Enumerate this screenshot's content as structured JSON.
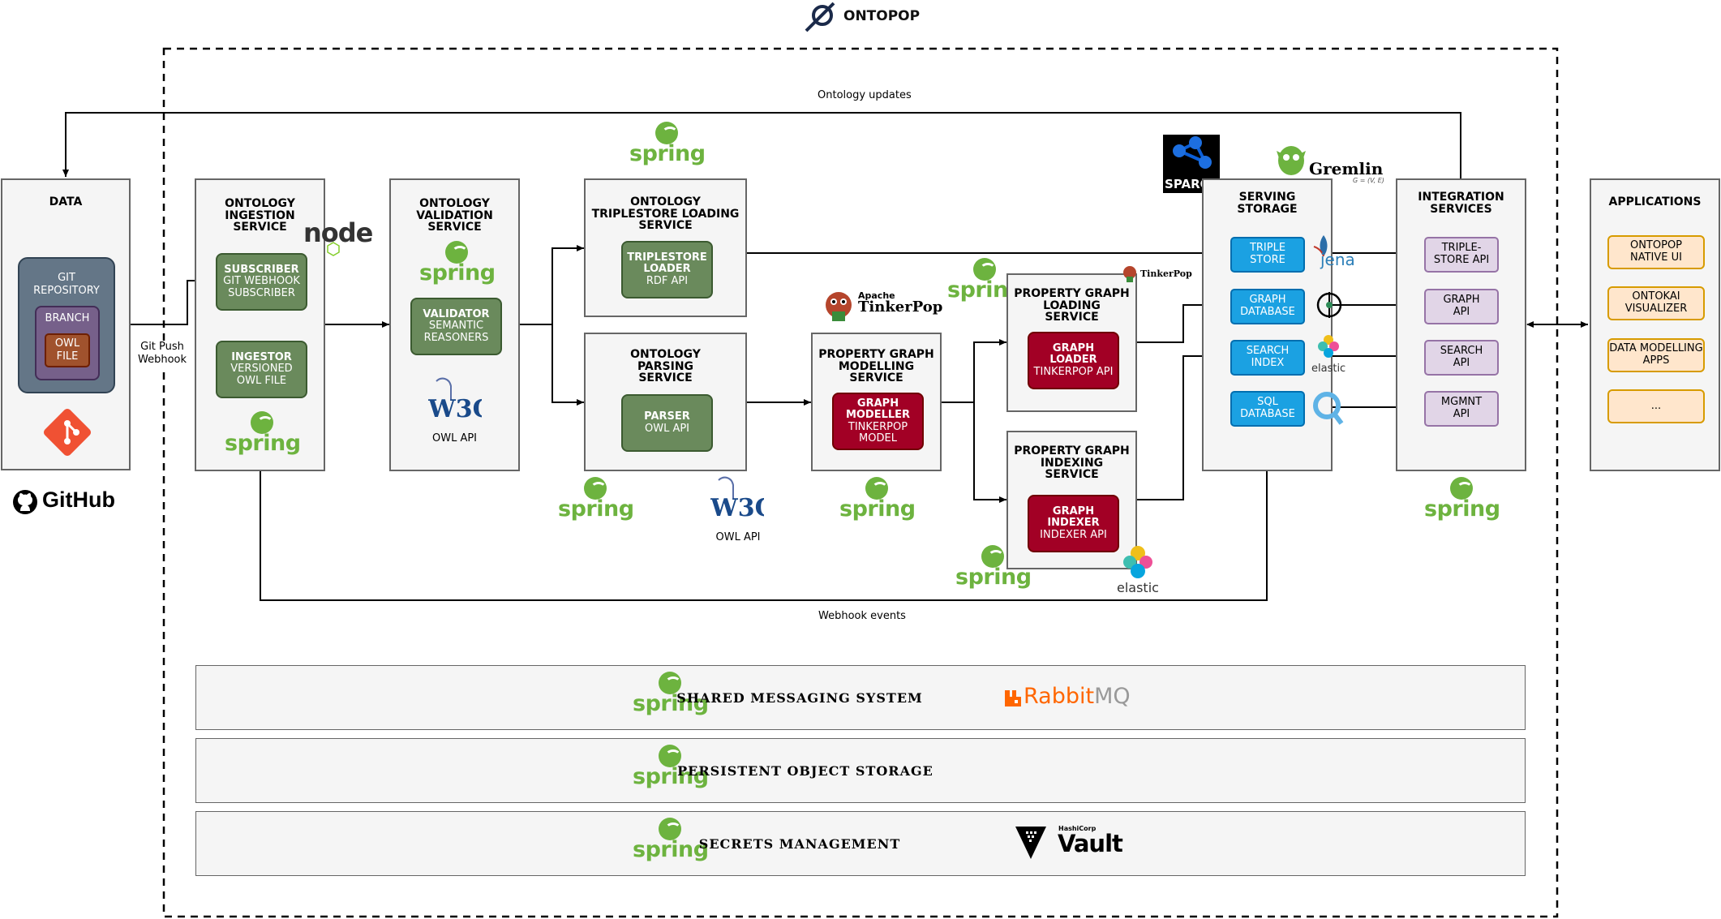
{
  "header": {
    "title": "ONTOPOP"
  },
  "edges": {
    "ontology_updates": "Ontology updates",
    "git_push_webhook": "Git Push\nWebhook",
    "webhook_events": "Webhook events"
  },
  "data_panel": {
    "title": "DATA",
    "git_repository": "GIT\nREPOSITORY",
    "branch": "BRANCH",
    "owl_file": "OWL\nFILE",
    "github": "GitHub"
  },
  "ingestion": {
    "title": "ONTOLOGY\nINGESTION\nSERVICE",
    "subscriber_title": "SUBSCRIBER",
    "subscriber_sub": "GIT WEBHOOK\nSUBSCRIBER",
    "ingestor_title": "INGESTOR",
    "ingestor_sub": "VERSIONED\nOWL FILE",
    "node_logo": "node"
  },
  "validation": {
    "title": "ONTOLOGY\nVALIDATION\nSERVICE",
    "validator_title": "VALIDATOR",
    "validator_sub": "SEMANTIC\nREASONERS",
    "owl_api": "OWL API"
  },
  "triplestore_loading": {
    "title": "ONTOLOGY\nTRIPLESTORE LOADING\nSERVICE",
    "loader_title": "TRIPLESTORE\nLOADER",
    "loader_sub": "RDF API"
  },
  "parsing": {
    "title": "ONTOLOGY\nPARSING\nSERVICE",
    "parser_title": "PARSER",
    "parser_sub": "OWL API",
    "owl_api": "OWL API"
  },
  "modelling": {
    "title": "PROPERTY GRAPH\nMODELLING\nSERVICE",
    "modeller_title": "GRAPH\nMODELLER",
    "modeller_sub": "TINKERPOP\nMODEL",
    "tinkerpop_apache": "Apache",
    "tinkerpop": "TinkerPop"
  },
  "pg_loading": {
    "title": "PROPERTY GRAPH\nLOADING\nSERVICE",
    "loader_title": "GRAPH\nLOADER",
    "loader_sub": "TINKERPOP API"
  },
  "pg_indexing": {
    "title": "PROPERTY GRAPH\nINDEXING\nSERVICE",
    "indexer_title": "GRAPH\nINDEXER",
    "indexer_sub": "INDEXER API",
    "elastic": "elastic"
  },
  "serving": {
    "title": "SERVING\nSTORAGE",
    "triple_store": "TRIPLE\nSTORE",
    "graph_database": "GRAPH\nDATABASE",
    "search_index": "SEARCH\nINDEX",
    "sql_database": "SQL\nDATABASE",
    "sparql": "SPARQL",
    "gremlin": "Gremlin",
    "gremlin_sub": "G = (V, E)",
    "jena": "jena",
    "elastic": "elastic"
  },
  "integration": {
    "title": "INTEGRATION\nSERVICES",
    "apis": [
      "TRIPLE-\nSTORE API",
      "GRAPH\nAPI",
      "SEARCH\nAPI",
      "MGMNT\nAPI"
    ]
  },
  "applications": {
    "title": "APPLICATIONS",
    "items": [
      "ONTOPOP\nNATIVE UI",
      "ONTOKAI\nVISUALIZER",
      "DATA MODELLING\nAPPS",
      "..."
    ]
  },
  "bars": {
    "messaging": "SHARED MESSAGING SYSTEM",
    "storage": "PERSISTENT OBJECT STORAGE",
    "secrets": "SECRETS MANAGEMENT",
    "rabbitmq_a": "Rabbit",
    "rabbitmq_b": "MQ",
    "vault_corp": "HashiCorp",
    "vault": "Vault"
  },
  "spring_word": "spring",
  "colors": {
    "spring_green": "#6db33f",
    "service_green": "#6a8a5c",
    "graph_red": "#a20025",
    "storage_blue": "#1ba1e2",
    "api_purple": "#e1d5e7",
    "app_orange": "#ffe6cc",
    "rabbit_orange": "#ff6600"
  }
}
